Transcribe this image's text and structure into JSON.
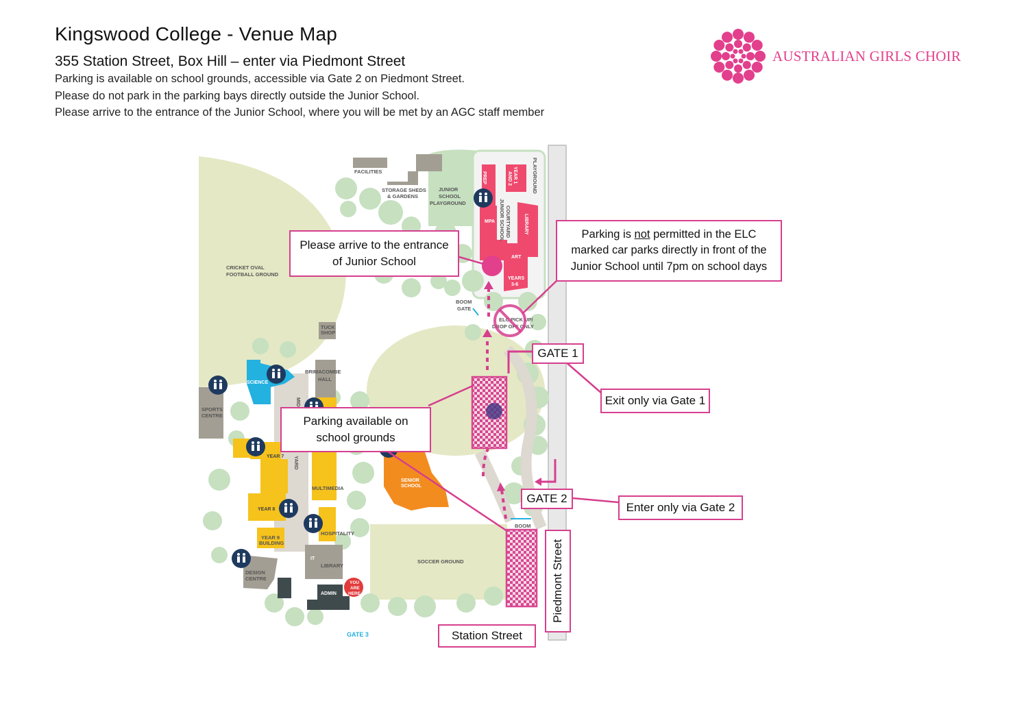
{
  "header": {
    "title": "Kingswood College - Venue Map",
    "subtitle": "355 Station Street, Box Hill – enter via Piedmont Street",
    "lines": [
      "Parking is available on school grounds, accessible via Gate 2 on Piedmont Street.",
      "Please do not park in the parking bays directly outside the Junior School.",
      "Please arrive to the entrance of the Junior School, where you will be met by an AGC staff member"
    ]
  },
  "logo": {
    "text": "AUSTRALIAN GIRLS CHOIR",
    "color": "#e23f8c"
  },
  "callouts": {
    "arrive": [
      "Please arrive to the entrance",
      "of Junior School"
    ],
    "no_park_pre": "Parking is ",
    "no_park_em": "not",
    "no_park_post": " permitted in the ELC",
    "no_park_2": "marked car parks directly in front of the",
    "no_park_3": "Junior School until 7pm on school days",
    "gate1": "GATE 1",
    "exit": "Exit only via Gate 1",
    "parking": [
      "Parking available on",
      "school grounds"
    ],
    "gate2": "GATE 2",
    "enter": "Enter only via Gate 2",
    "station": "Station Street",
    "piedmont": "Piedmont Street"
  },
  "map_labels": {
    "facilities": "FACILITIES",
    "storage": [
      "STORAGE SHEDS",
      "& GARDENS"
    ],
    "jsplay": [
      "JUNIOR",
      "SCHOOL",
      "PLAYGROUND"
    ],
    "prep": "PREP",
    "year12": [
      "YEAR 1",
      "AND 2"
    ],
    "playground": "PLAYGROUND",
    "jscourt": [
      "JUNIOR SCHOOL",
      "COURTYARD"
    ],
    "library_js": "LIBRARY",
    "mpa": "MPA",
    "art": "ART",
    "years36": [
      "YEARS",
      "3-6"
    ],
    "cricket": [
      "CRICKET OVAL",
      "FOOTBALL GROUND"
    ],
    "boom1": [
      "BOOM",
      "GATE"
    ],
    "elc": [
      "ELC PICK UP/",
      "DROP OFF ONLY"
    ],
    "tuck": [
      "TUCK",
      "SHOP"
    ],
    "science": "SCIENCE",
    "brimacombe": [
      "BRIMACOMBE",
      "HALL"
    ],
    "middle": "MIDDLE",
    "sports": [
      "SPORTS",
      "CENTRE"
    ],
    "year7": "YEAR 7",
    "courtyard": "YARD",
    "multimedia": "MULTIMEDIA",
    "senior": [
      "SENIOR",
      "SCHOOL"
    ],
    "year8": "YEAR 8",
    "hospitality": "HOSPITALITY",
    "year9": [
      "YEAR 9",
      "BUILDING"
    ],
    "it": "IT",
    "library": "LIBRARY",
    "design": [
      "DESIGN",
      "CENTRE"
    ],
    "admin": "ADMIN",
    "youarehere": [
      "YOU",
      "ARE",
      "HERE"
    ],
    "soccer": "SOCCER GROUND",
    "boom2": "BOOM",
    "gate3": "GATE 3"
  },
  "colors": {
    "pink": "#d63e8e",
    "junior": "#ef4a6e",
    "science": "#23b1e0",
    "middle": "#f6c21c",
    "senior": "#f28c1f",
    "grey": "#a39e93",
    "dark": "#3f4a4c",
    "oval": "#e4e8c4",
    "tree": "#c6e0c0",
    "navy": "#1e3a5f"
  },
  "icons": [
    "restroom-icon",
    "no-parking-icon",
    "parking-icon",
    "logo-flower-icon"
  ]
}
